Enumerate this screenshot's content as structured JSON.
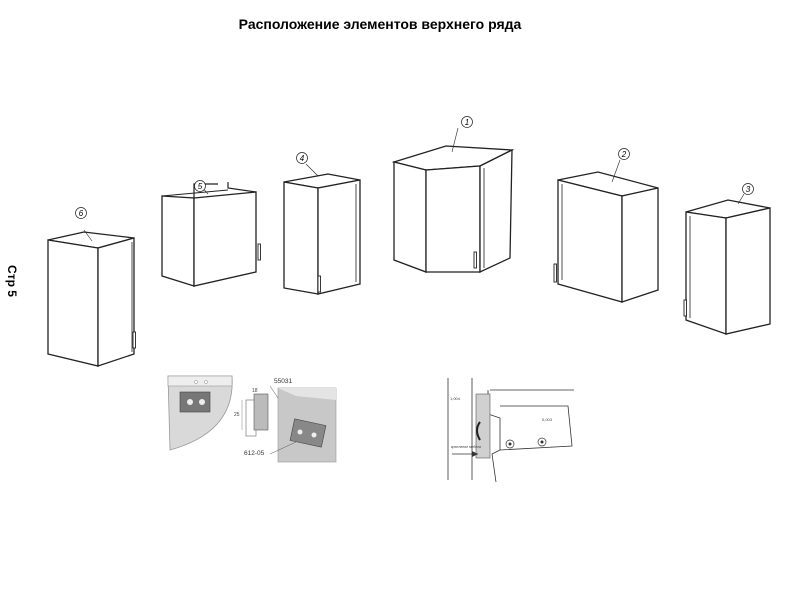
{
  "header": {
    "title": "Расположение элементов верхнего ряда"
  },
  "page": {
    "label": "Стр 5"
  },
  "cabinets": [
    {
      "number": "1",
      "type": "corner-cabinet"
    },
    {
      "number": "2",
      "type": "wide-wall-cabinet"
    },
    {
      "number": "3",
      "type": "narrow-wall-cabinet"
    },
    {
      "number": "4",
      "type": "wall-cabinet"
    },
    {
      "number": "5",
      "type": "open-top-cabinet"
    },
    {
      "number": "6",
      "type": "tall-wall-cabinet"
    }
  ],
  "details": {
    "hanger": {
      "part_top": "55031",
      "part_bottom": "612-05",
      "dim_a": "25",
      "dim_b": "18"
    },
    "section": {
      "label_left": "1,004",
      "label_right": "0,003",
      "label_arrow": "крепление мебели"
    }
  },
  "colors": {
    "line": "#222222",
    "panel": "#ffffff",
    "shade": "#cccccc"
  }
}
